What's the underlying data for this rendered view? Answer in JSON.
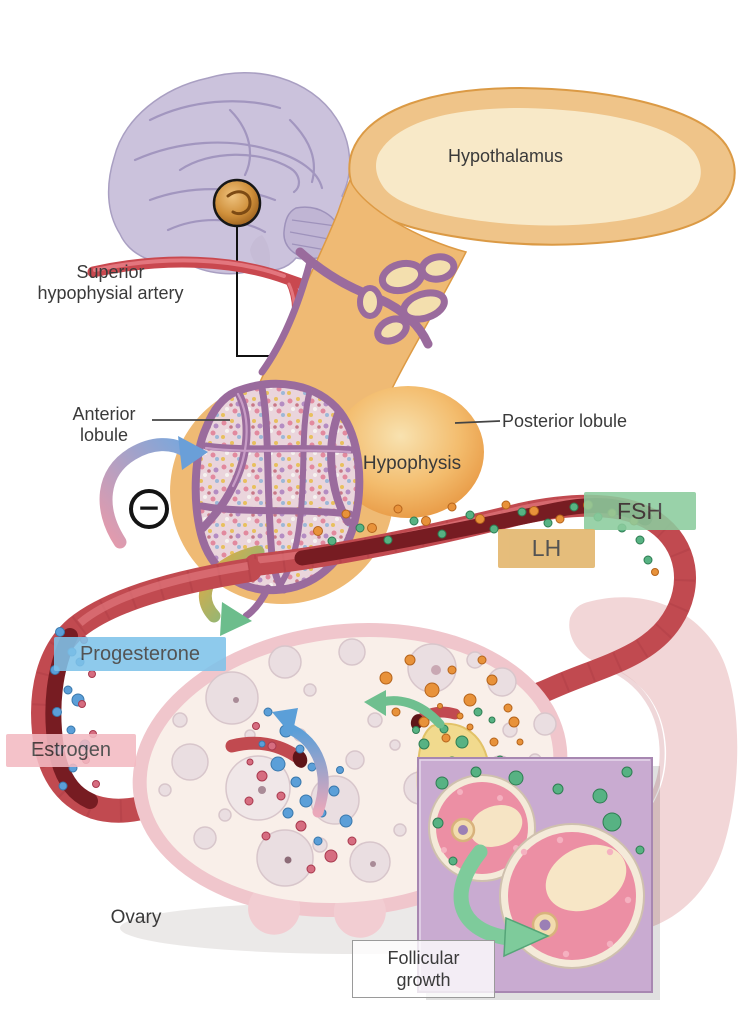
{
  "labels": {
    "hypothalamus": "Hypothalamus",
    "superior_hypophysial_artery": [
      "Superior",
      "hypophysial artery"
    ],
    "anterior_lobule": [
      "Anterior",
      "lobule"
    ],
    "posterior_lobule": "Posterior lobule",
    "hypophysis": "Hypophysis",
    "ovary": "Ovary",
    "follicular_growth": [
      "Follicular",
      "growth"
    ]
  },
  "badges": {
    "fsh": {
      "label": "FSH",
      "bg": "#8ccc9e",
      "dot_color": "#57b283"
    },
    "lh": {
      "label": "LH",
      "bg": "#e2b469",
      "dot_color": "#e8923a"
    },
    "progesterone": {
      "label": "Progesterone",
      "bg": "#7fc3ea",
      "dot_color": "#5b9fd8"
    },
    "estrogen": {
      "label": "Estrogen",
      "bg": "#f3bac2",
      "dot_color": "#d66d80"
    }
  },
  "symbols": {
    "negative_feedback": "−"
  },
  "colors": {
    "brain": "#cbc2dc",
    "hypothalamus": "#efc489",
    "pituitary": "#efba74",
    "posterior_lobe": "#ec9c49",
    "portal_vessels": "#9a6b9d",
    "artery": "#c9484f",
    "vessel_lumen": "#771c22",
    "ovary_rim": "#f0c6cc",
    "ovary_fill": "#f9efe9",
    "corpus_luteum": "#f1da8e",
    "inset_background": "#c9abd1",
    "follicle_pink": "#ec8fa4",
    "label_text": "#3a3a3a"
  }
}
